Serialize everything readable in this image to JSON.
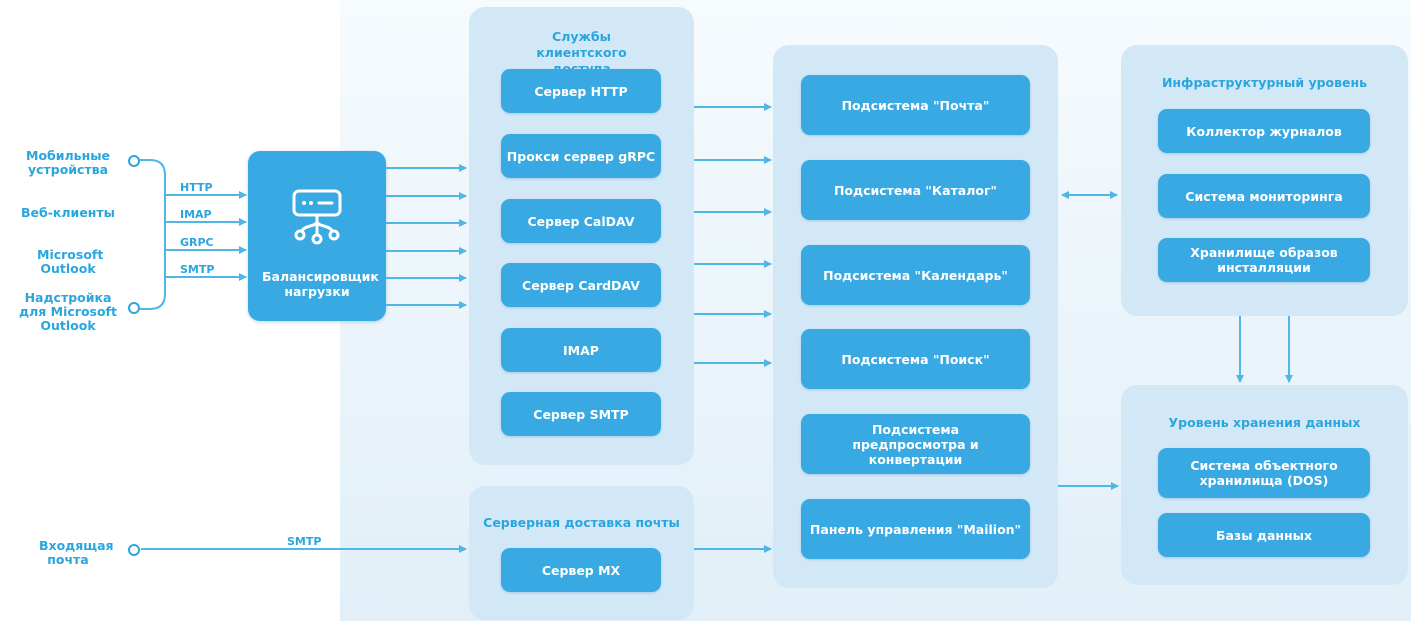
{
  "clients": [
    {
      "id": "mobile",
      "label": "Мобильные устройства"
    },
    {
      "id": "web",
      "label": "Веб-клиенты"
    },
    {
      "id": "outlook",
      "label": "Microsoft Outlook"
    },
    {
      "id": "addin",
      "label": "Надстройка для Microsoft Outlook"
    },
    {
      "id": "incoming",
      "label": "Входящая почта"
    }
  ],
  "protocols": [
    "HTTP",
    "IMAP",
    "GRPC",
    "SMTP"
  ],
  "incoming_protocol": "SMTP",
  "load_balancer": {
    "label": "Балансировщик нагрузки",
    "icon": "server-network-icon"
  },
  "client_access": {
    "title": "Службы клиентского доступа",
    "items": [
      "Сервер HTTP",
      "Прокси сервер gRPC",
      "Сервер CalDAV",
      "Сервер CardDAV",
      "IMAP",
      "Сервер SMTP"
    ]
  },
  "server_delivery": {
    "title": "Серверная доставка почты",
    "items": [
      "Сервер MX"
    ]
  },
  "subsystems": {
    "items": [
      "Подсистема \"Почта\"",
      "Подсистема \"Каталог\"",
      "Подсистема \"Календарь\"",
      "Подсистема \"Поиск\"",
      "Подсистема предпросмотра и конвертации",
      "Панель управления \"Mailion\""
    ]
  },
  "infrastructure": {
    "title": "Инфраструктурный уровень",
    "items": [
      "Коллектор журналов",
      "Система мониторинга",
      "Хранилище образов инсталляции"
    ]
  },
  "storage": {
    "title": "Уровень хранения данных",
    "items": [
      "Система объектного хранилища (DOS)",
      "Базы данных"
    ]
  },
  "colors": {
    "accent": "#2aa6df",
    "box": "#38a9e3",
    "panel": "#d3e8f6",
    "arrow": "#4fb6e6"
  }
}
